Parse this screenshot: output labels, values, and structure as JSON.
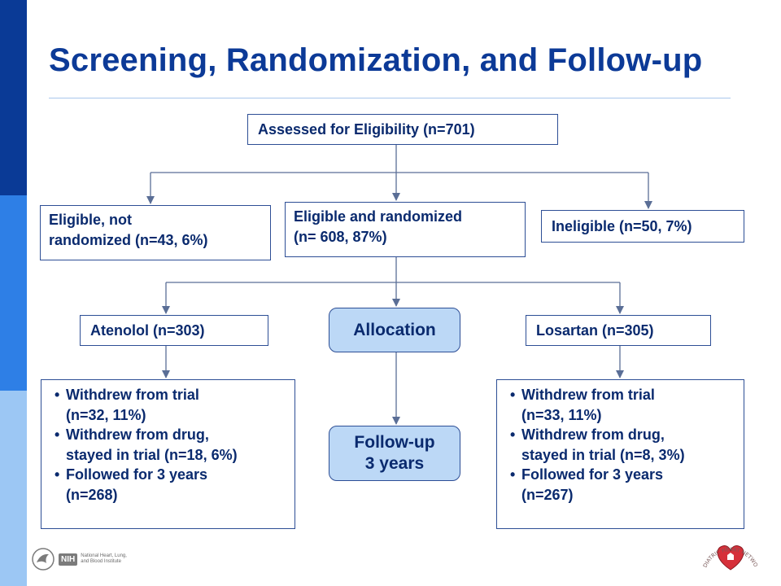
{
  "title": "Screening, Randomization, and Follow-up",
  "boxes": {
    "assessed": "Assessed for Eligibility (n=701)",
    "eligible_not_randomized": [
      "Eligible, not",
      "randomized (n=43, 6%)"
    ],
    "eligible_randomized": [
      "Eligible and randomized",
      "(n= 608, 87%)"
    ],
    "ineligible": "Ineligible (n=50, 7%)",
    "atenolol": "Atenolol (n=303)",
    "losartan": "Losartan (n=305)",
    "allocation": "Allocation",
    "followup": [
      "Follow-up",
      "3 years"
    ]
  },
  "atenolol_outcomes": [
    [
      "Withdrew from trial",
      "(n=32, 11%)"
    ],
    [
      "Withdrew from drug,",
      "stayed in trial (n=18, 6%)"
    ],
    [
      "Followed for 3 years",
      "(n=268)"
    ]
  ],
  "losartan_outcomes": [
    [
      "Withdrew from trial",
      "(n=33, 11%)"
    ],
    [
      "Withdrew from drug,",
      "stayed in trial (n=8, 3%)"
    ],
    [
      "Followed for 3 years",
      "(n=267)"
    ]
  ],
  "logos": {
    "nih_badge": "NIH",
    "nih_name": [
      "National Heart, Lung,",
      "and Blood Institute"
    ],
    "network_name": "PEDIATRIC HEART NETWORK"
  },
  "colors": {
    "title": "#0c3a97",
    "box_text": "#0a2a6e",
    "box_border": "#2d4e95",
    "pill_fill": "#bcd8f6",
    "sidebar_dark": "#0a3a96",
    "sidebar_mid": "#2e7fe6",
    "sidebar_light": "#9cc7f4",
    "heart": "#d6303a"
  }
}
